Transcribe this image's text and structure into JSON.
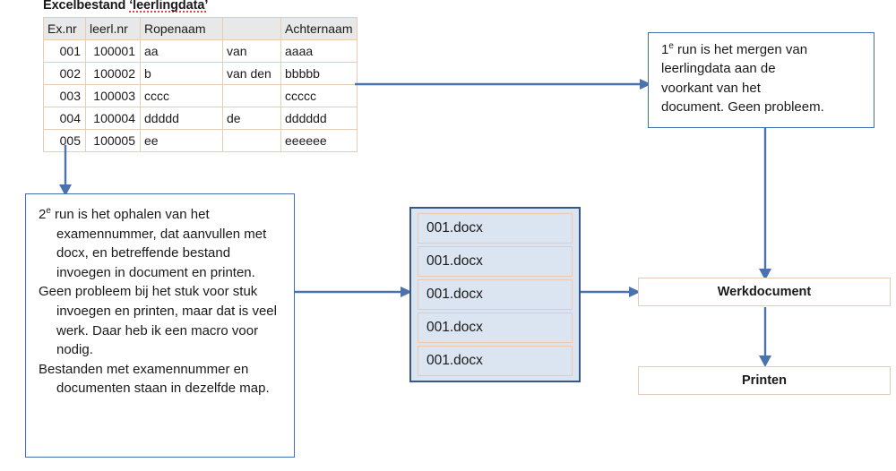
{
  "colors": {
    "arrow_blue": "#4a72ad",
    "box_border_blue": "#3f6fae",
    "box_border_tan": "#e4cdb8",
    "table_border": "#e6cdb4",
    "table_header_fill": "#e8e8e8",
    "docx_fill": "#dbe5f1",
    "docx_outer_border": "#35578c",
    "docx_item_border": "#ecc9ae",
    "spellcheck_red": "#d94b4b",
    "text": "#1a1a1a"
  },
  "excel": {
    "title_prefix": "Excelbestand ",
    "title_quoted": "‘leerlingdata’",
    "columns": [
      "Ex.nr",
      "leerl.nr",
      "Ropenaam",
      "",
      "Achternaam"
    ],
    "rows": [
      [
        "001",
        "100001",
        "aa",
        "van",
        "aaaa"
      ],
      [
        "002",
        "100002",
        "b",
        "van den",
        "bbbbb"
      ],
      [
        "003",
        "100003",
        "cccc",
        "",
        "ccccc"
      ],
      [
        "004",
        "100004",
        "ddddd",
        "de",
        "dddddd"
      ],
      [
        "005",
        "100005",
        "ee",
        "",
        "eeeeee"
      ]
    ]
  },
  "run1_box": {
    "line1_num": "1",
    "line1_sup": "e",
    "line1_rest": " run is het mergen van",
    "line2": "leerlingdata aan de",
    "line3": "voorkant van het",
    "line4": "document. Geen probleem."
  },
  "run2_box": {
    "para1_num": "2",
    "para1_sup": "e",
    "para1_rest": " run is het ophalen van het examennummer, dat aanvullen met docx, en betreffende bestand invoegen in document en printen.",
    "para2": "Geen probleem bij het stuk voor stuk invoegen en printen, maar dat is veel werk. Daar heb ik een macro voor nodig.",
    "para3": "Bestanden met examennummer en documenten staan in dezelfde map."
  },
  "docx_stack": {
    "items": [
      "001.docx",
      "001.docx",
      "001.docx",
      "001.docx",
      "001.docx"
    ]
  },
  "werkdocument_box": {
    "label": "Werkdocument"
  },
  "printen_box": {
    "label": "Printen"
  },
  "arrows": [
    {
      "name": "table-to-run1",
      "direction": "right"
    },
    {
      "name": "table-to-run2",
      "direction": "down"
    },
    {
      "name": "run2-to-docx-stack",
      "direction": "right"
    },
    {
      "name": "docx-stack-to-werkdocument",
      "direction": "right"
    },
    {
      "name": "run1-to-werkdocument",
      "direction": "down"
    },
    {
      "name": "werkdocument-to-printen",
      "direction": "down"
    }
  ]
}
